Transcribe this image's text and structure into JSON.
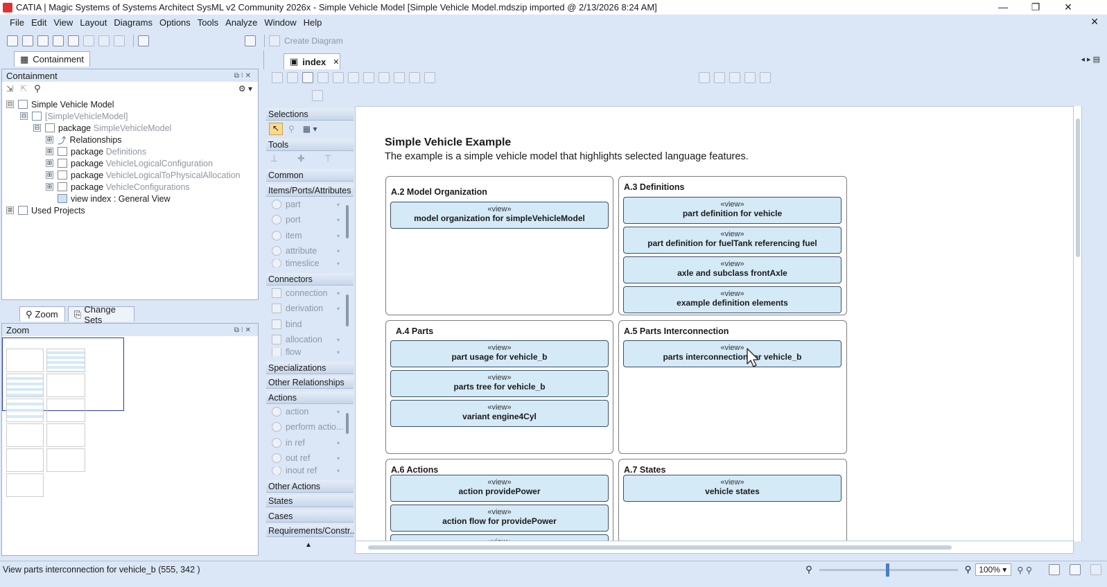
{
  "window": {
    "title": "CATIA | Magic Systems of Systems Architect SysML v2 Community 2026x - Simple Vehicle Model [Simple Vehicle Model.mdszip imported @ 2/13/2026 8:24 AM]",
    "minimize": "—",
    "maximize": "❐",
    "close": "✕"
  },
  "menu": [
    "File",
    "Edit",
    "View",
    "Layout",
    "Diagrams",
    "Options",
    "Tools",
    "Analyze",
    "Window",
    "Help"
  ],
  "menu_close": "✕",
  "toolbar": {
    "create_diagram_label": "Create Diagram"
  },
  "left_panel": {
    "top_tab": "Containment",
    "containment_header": "Containment",
    "tree": [
      {
        "label": "Simple Vehicle Model",
        "expander": "⊟",
        "gray": false
      },
      {
        "label": "[SimpleVehicleModel]",
        "expander": "⊟",
        "gray": true
      },
      {
        "prefix": "package",
        "label": "SimpleVehicleModel",
        "expander": "⊟",
        "gray": true
      },
      {
        "label": "Relationships",
        "expander": "⊞",
        "gray": false
      },
      {
        "prefix": "package",
        "label": "Definitions",
        "expander": "⊞",
        "gray": true
      },
      {
        "prefix": "package",
        "label": "VehicleLogicalConfiguration",
        "expander": "⊞",
        "gray": true
      },
      {
        "prefix": "package",
        "label": "VehicleLogicalToPhysicalAllocation",
        "expander": "⊞",
        "gray": true
      },
      {
        "prefix": "package",
        "label": "VehicleConfigurations",
        "expander": "⊞",
        "gray": true
      },
      {
        "label": "view index : General View",
        "expander": "",
        "gray": false
      },
      {
        "label": "Used Projects",
        "expander": "⊞",
        "gray": false
      }
    ],
    "bottom_tabs": [
      "Zoom",
      "Change Sets"
    ],
    "zoom_header": "Zoom"
  },
  "diagram": {
    "tab_label": "index",
    "tab_close": "✕",
    "title": "Simple Vehicle Example",
    "description": "The example is a simple vehicle model that highlights selected language features.",
    "stereotype": "«view»",
    "groups": [
      {
        "title": "A.2 Model Organization",
        "views": [
          "model organization for simpleVehicleModel"
        ]
      },
      {
        "title": "A.3 Definitions",
        "views": [
          "part definition for vehicle",
          "part definition for fuelTank referencing fuel",
          "axle and subclass frontAxle",
          "example definition elements"
        ]
      },
      {
        "title": "A.4 Parts",
        "views": [
          "part usage for vehicle_b",
          "parts tree for vehicle_b",
          "variant engine4Cyl"
        ]
      },
      {
        "title": "A.5 Parts Interconnection",
        "views": [
          "parts interconnection for vehicle_b"
        ]
      },
      {
        "title": "A.6 Actions",
        "views": [
          "action providePower",
          "action flow for providePower",
          ""
        ]
      },
      {
        "title": "A.7 States",
        "views": [
          "vehicle states"
        ]
      }
    ]
  },
  "palette": {
    "sections": {
      "selections": "Selections",
      "tools": "Tools",
      "common": "Common",
      "items": "Items/Ports/Attributes",
      "connectors": "Connectors",
      "specializations": "Specializations",
      "other_relationships": "Other Relationships",
      "actions": "Actions",
      "other_actions": "Other Actions",
      "states": "States",
      "cases": "Cases",
      "requirements": "Requirements/Constr..."
    },
    "items_tools": [
      "part",
      "port",
      "item",
      "attribute",
      "timeslice"
    ],
    "connector_tools": [
      "connection",
      "derivation",
      "bind",
      "allocation",
      "flow"
    ],
    "action_tools": [
      "action",
      "perform actio...",
      "in ref",
      "out ref",
      "inout ref"
    ]
  },
  "status": {
    "message": "View parts interconnection for vehicle_b  (555, 342 )",
    "zoom": "100%"
  }
}
